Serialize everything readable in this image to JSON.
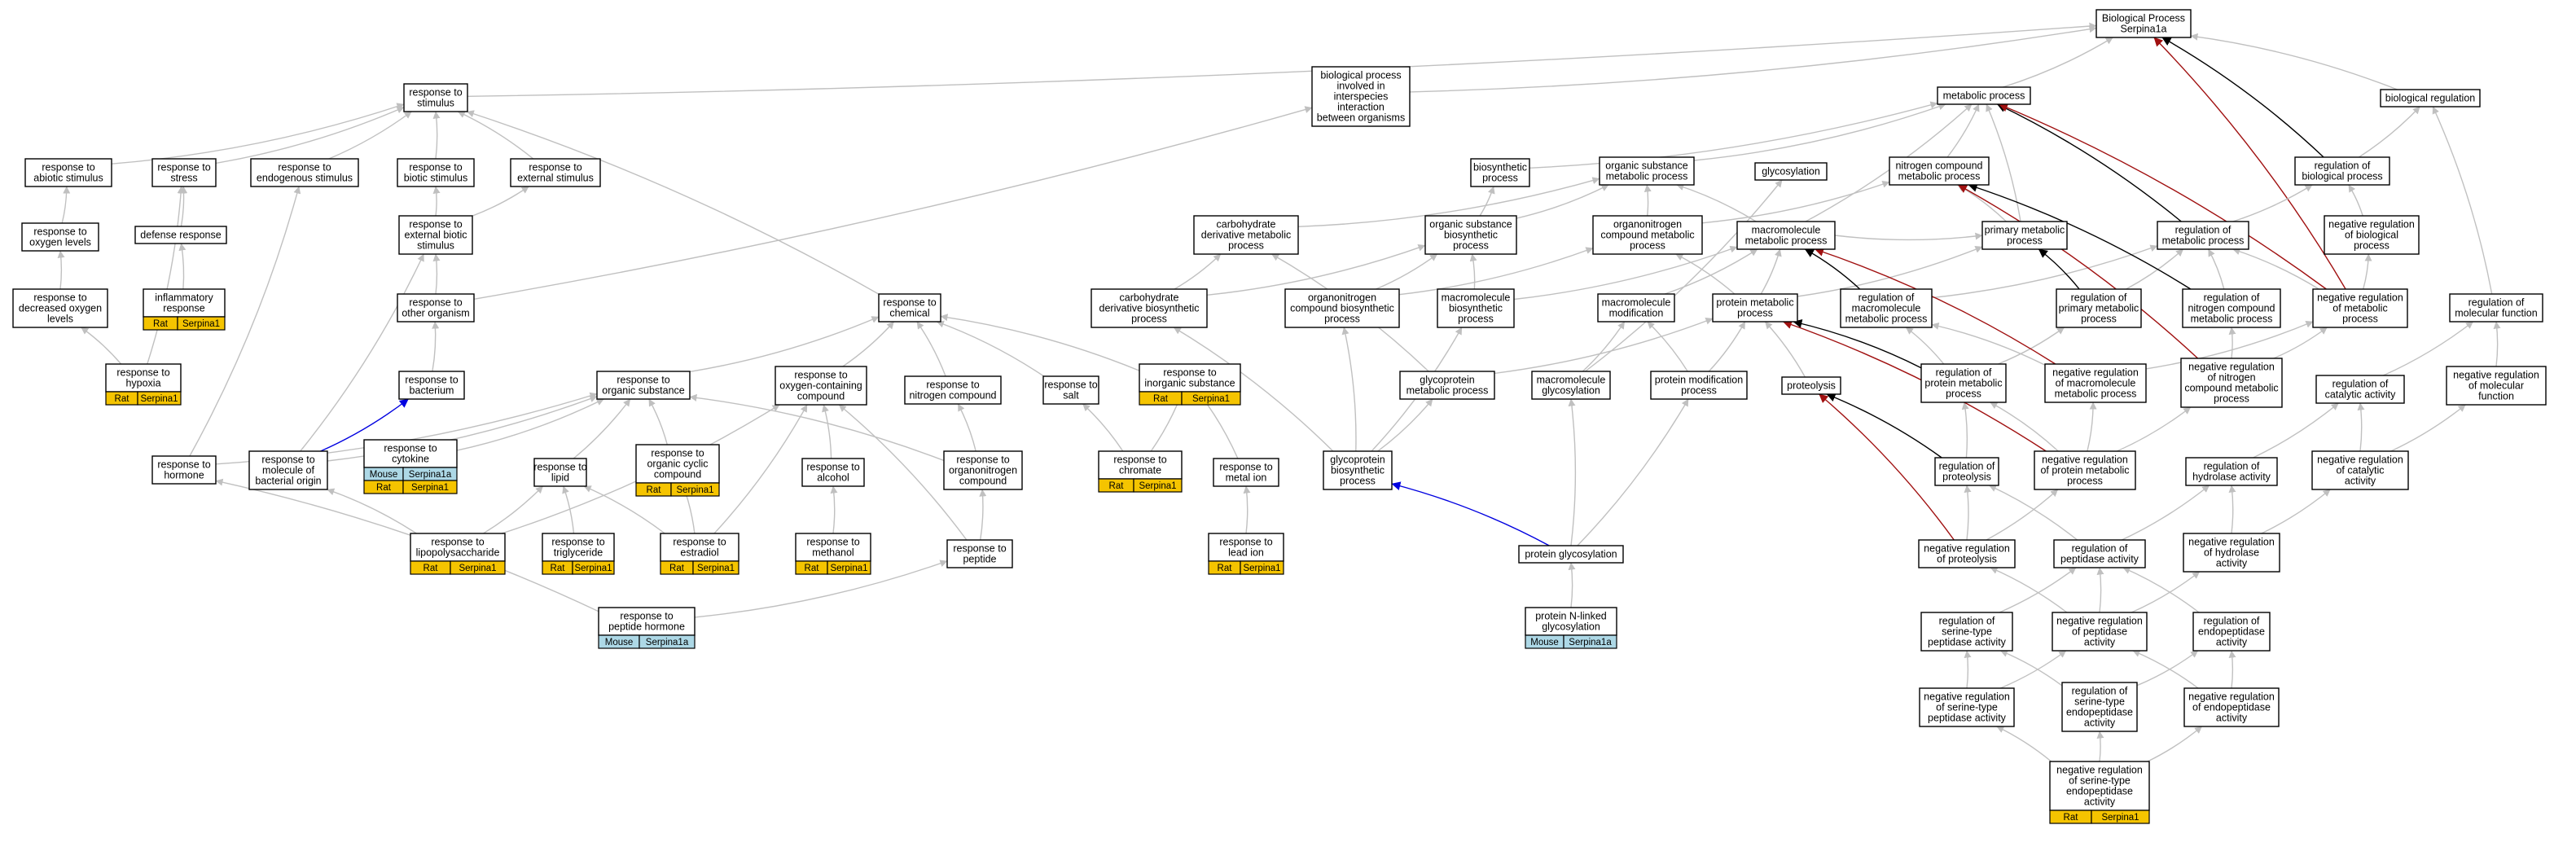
{
  "colors": {
    "edge_default": "#c0c0c0",
    "edge_black": "#000000",
    "edge_red": "#a01010",
    "edge_blue": "#0000e0",
    "tag_rat": "#f5c400",
    "tag_mouse": "#add8e6"
  },
  "nodes": {
    "root": [
      "Biological Process",
      "Serpina1a"
    ],
    "bio_reg": [
      "biological regulation"
    ],
    "met_proc": [
      "metabolic process"
    ],
    "bp_interspecies": [
      "biological process",
      "involved in",
      "interspecies",
      "interaction",
      "between organisms"
    ],
    "resp_stim": [
      "response to",
      "stimulus"
    ],
    "resp_abiotic": [
      "response to",
      "abiotic stimulus"
    ],
    "resp_stress": [
      "response to",
      "stress"
    ],
    "resp_endog": [
      "response to",
      "endogenous stimulus"
    ],
    "resp_biotic": [
      "response to",
      "biotic stimulus"
    ],
    "resp_external": [
      "response to",
      "external stimulus"
    ],
    "biosynthetic": [
      "biosynthetic",
      "process"
    ],
    "org_sub_met": [
      "organic substance",
      "metabolic process"
    ],
    "glycosylation": [
      "glycosylation"
    ],
    "nitrogen_met": [
      "nitrogen compound",
      "metabolic process"
    ],
    "reg_bio": [
      "regulation of",
      "biological process"
    ],
    "resp_oxygen": [
      "response to",
      "oxygen levels"
    ],
    "defense": [
      "defense response"
    ],
    "resp_ext_biotic": [
      "response to",
      "external biotic",
      "stimulus"
    ],
    "carb_deriv_met": [
      "carbohydrate",
      "derivative metabolic",
      "process"
    ],
    "org_sub_bio": [
      "organic substance",
      "biosynthetic",
      "process"
    ],
    "organonit_met": [
      "organonitrogen",
      "compound metabolic",
      "process"
    ],
    "macromol_met": [
      "macromolecule",
      "metabolic process"
    ],
    "primary_met": [
      "primary metabolic",
      "process"
    ],
    "reg_met": [
      "regulation of",
      "metabolic process"
    ],
    "neg_reg_bio": [
      "negative regulation",
      "of biological",
      "process"
    ],
    "resp_dec_oxygen": [
      "response to",
      "decreased oxygen",
      "levels"
    ],
    "inflammatory": [
      "inflammatory",
      "response"
    ],
    "resp_other_org": [
      "response to",
      "other organism"
    ],
    "resp_chemical": [
      "response to",
      "chemical"
    ],
    "carb_deriv_bio": [
      "carbohydrate",
      "derivative biosynthetic",
      "process"
    ],
    "organonit_bio": [
      "organonitrogen",
      "compound biosynthetic",
      "process"
    ],
    "macromol_bio": [
      "macromolecule",
      "biosynthetic",
      "process"
    ],
    "macromol_mod": [
      "macromolecule",
      "modification"
    ],
    "protein_met": [
      "protein metabolic",
      "process"
    ],
    "reg_macromol_met": [
      "regulation of",
      "macromolecule",
      "metabolic process"
    ],
    "reg_primary_met": [
      "regulation of",
      "primary metabolic",
      "process"
    ],
    "reg_nitrogen_met": [
      "regulation of",
      "nitrogen compound",
      "metabolic process"
    ],
    "neg_reg_met": [
      "negative regulation",
      "of metabolic",
      "process"
    ],
    "reg_mol_func": [
      "regulation of",
      "molecular function"
    ],
    "resp_hypoxia": [
      "response to",
      "hypoxia"
    ],
    "resp_bacterium": [
      "response to",
      "bacterium"
    ],
    "resp_org_sub": [
      "response to",
      "organic substance"
    ],
    "resp_oxy_compound": [
      "response to",
      "oxygen-containing",
      "compound"
    ],
    "resp_nitrogen": [
      "response to",
      "nitrogen compound"
    ],
    "resp_salt": [
      "response to",
      "salt"
    ],
    "resp_inorganic": [
      "response to",
      "inorganic substance"
    ],
    "glycoprot_met": [
      "glycoprotein",
      "metabolic process"
    ],
    "macromol_glyco": [
      "macromolecule",
      "glycosylation"
    ],
    "protein_mod": [
      "protein modification",
      "process"
    ],
    "proteolysis": [
      "proteolysis"
    ],
    "reg_protein_met": [
      "regulation of",
      "protein metabolic",
      "process"
    ],
    "neg_reg_macromol_met": [
      "negative regulation",
      "of macromolecule",
      "metabolic process"
    ],
    "neg_reg_nitrogen_met": [
      "negative regulation",
      "of nitrogen",
      "compound metabolic",
      "process"
    ],
    "reg_catalytic": [
      "regulation of",
      "catalytic activity"
    ],
    "neg_reg_mol_func": [
      "negative regulation",
      "of molecular",
      "function"
    ],
    "resp_hormone": [
      "response to",
      "hormone"
    ],
    "resp_bact_mol": [
      "response to",
      "molecule of",
      "bacterial origin"
    ],
    "resp_cytokine": [
      "response to",
      "cytokine"
    ],
    "resp_lipid": [
      "response to",
      "lipid"
    ],
    "resp_org_cyclic": [
      "response to",
      "organic cyclic",
      "compound"
    ],
    "resp_alcohol": [
      "response to",
      "alcohol"
    ],
    "resp_organonit": [
      "response to",
      "organonitrogen",
      "compound"
    ],
    "resp_chromate": [
      "response to",
      "chromate"
    ],
    "resp_metal": [
      "response to",
      "metal ion"
    ],
    "glycoprot_bio": [
      "glycoprotein",
      "biosynthetic",
      "process"
    ],
    "reg_proteolysis": [
      "regulation of",
      "proteolysis"
    ],
    "neg_reg_protein_met": [
      "negative regulation",
      "of protein metabolic",
      "process"
    ],
    "reg_hydrolase": [
      "regulation of",
      "hydrolase activity"
    ],
    "neg_reg_catalytic": [
      "negative regulation",
      "of catalytic",
      "activity"
    ],
    "resp_lps": [
      "response to",
      "lipopolysaccharide"
    ],
    "resp_triglyceride": [
      "response to",
      "triglyceride"
    ],
    "resp_estradiol": [
      "response to",
      "estradiol"
    ],
    "resp_methanol": [
      "response to",
      "methanol"
    ],
    "resp_peptide": [
      "response to",
      "peptide"
    ],
    "resp_lead": [
      "response to",
      "lead ion"
    ],
    "protein_glyco": [
      "protein glycosylation"
    ],
    "neg_reg_proteolysis": [
      "negative regulation",
      "of proteolysis"
    ],
    "reg_peptidase": [
      "regulation of",
      "peptidase activity"
    ],
    "neg_reg_hydrolase": [
      "negative regulation",
      "of hydrolase",
      "activity"
    ],
    "resp_peptide_hormone": [
      "response to",
      "peptide hormone"
    ],
    "protein_nlinked": [
      "protein N-linked",
      "glycosylation"
    ],
    "reg_serine_pept": [
      "regulation of",
      "serine-type",
      "peptidase activity"
    ],
    "neg_reg_peptidase": [
      "negative regulation",
      "of peptidase",
      "activity"
    ],
    "reg_endopept": [
      "regulation of",
      "endopeptidase",
      "activity"
    ],
    "neg_reg_serine_pept": [
      "negative regulation",
      "of serine-type",
      "peptidase activity"
    ],
    "reg_serine_endopept": [
      "regulation of",
      "serine-type",
      "endopeptidase",
      "activity"
    ],
    "neg_reg_endopept": [
      "negative regulation",
      "of endopeptidase",
      "activity"
    ],
    "neg_reg_serine_endopept": [
      "negative regulation",
      "of serine-type",
      "endopeptidase",
      "activity"
    ]
  },
  "annotations": {
    "inflammatory": [
      [
        "Rat",
        "Serpina1"
      ]
    ],
    "resp_hypoxia": [
      [
        "Rat",
        "Serpina1"
      ]
    ],
    "resp_inorganic": [
      [
        "Rat",
        "Serpina1"
      ]
    ],
    "resp_cytokine": [
      [
        "Mouse",
        "Serpina1a"
      ],
      [
        "Rat",
        "Serpina1"
      ]
    ],
    "resp_org_cyclic": [
      [
        "Rat",
        "Serpina1"
      ]
    ],
    "resp_chromate": [
      [
        "Rat",
        "Serpina1"
      ]
    ],
    "resp_lps": [
      [
        "Rat",
        "Serpina1"
      ]
    ],
    "resp_triglyceride": [
      [
        "Rat",
        "Serpina1"
      ]
    ],
    "resp_estradiol": [
      [
        "Rat",
        "Serpina1"
      ]
    ],
    "resp_methanol": [
      [
        "Rat",
        "Serpina1"
      ]
    ],
    "resp_lead": [
      [
        "Rat",
        "Serpina1"
      ]
    ],
    "resp_peptide_hormone": [
      [
        "Mouse",
        "Serpina1a"
      ]
    ],
    "protein_nlinked": [
      [
        "Mouse",
        "Serpina1a"
      ]
    ],
    "neg_reg_serine_endopept": [
      [
        "Rat",
        "Serpina1"
      ]
    ]
  },
  "edges": [
    [
      "bio_reg",
      "root",
      "default"
    ],
    [
      "met_proc",
      "root",
      "default"
    ],
    [
      "bp_interspecies",
      "root",
      "default"
    ],
    [
      "resp_stim",
      "root",
      "default"
    ],
    [
      "reg_bio",
      "root",
      "black"
    ],
    [
      "neg_reg_met",
      "root",
      "red"
    ],
    [
      "resp_abiotic",
      "resp_stim",
      "default"
    ],
    [
      "resp_stress",
      "resp_stim",
      "default"
    ],
    [
      "resp_endog",
      "resp_stim",
      "default"
    ],
    [
      "resp_biotic",
      "resp_stim",
      "default"
    ],
    [
      "resp_external",
      "resp_stim",
      "default"
    ],
    [
      "resp_chemical",
      "resp_stim",
      "default"
    ],
    [
      "biosynthetic",
      "met_proc",
      "default"
    ],
    [
      "org_sub_met",
      "met_proc",
      "default"
    ],
    [
      "nitrogen_met",
      "met_proc",
      "default"
    ],
    [
      "primary_met",
      "met_proc",
      "default"
    ],
    [
      "macromol_met",
      "met_proc",
      "default"
    ],
    [
      "reg_met",
      "met_proc",
      "black"
    ],
    [
      "neg_reg_met",
      "met_proc",
      "red"
    ],
    [
      "reg_bio",
      "bio_reg",
      "default"
    ],
    [
      "reg_mol_func",
      "bio_reg",
      "default"
    ],
    [
      "neg_reg_bio",
      "reg_bio",
      "default"
    ],
    [
      "reg_met",
      "reg_bio",
      "default"
    ],
    [
      "neg_reg_met",
      "neg_reg_bio",
      "default"
    ],
    [
      "resp_oxygen",
      "resp_abiotic",
      "default"
    ],
    [
      "resp_dec_oxygen",
      "resp_oxygen",
      "default"
    ],
    [
      "resp_hypoxia",
      "resp_dec_oxygen",
      "default"
    ],
    [
      "defense",
      "resp_stress",
      "default"
    ],
    [
      "inflammatory",
      "defense",
      "default"
    ],
    [
      "resp_hypoxia",
      "resp_stress",
      "default"
    ],
    [
      "resp_ext_biotic",
      "resp_biotic",
      "default"
    ],
    [
      "resp_ext_biotic",
      "resp_external",
      "default"
    ],
    [
      "resp_other_org",
      "resp_ext_biotic",
      "default"
    ],
    [
      "resp_other_org",
      "bp_interspecies",
      "default"
    ],
    [
      "resp_bacterium",
      "resp_other_org",
      "default"
    ],
    [
      "resp_hormone",
      "resp_endog",
      "default"
    ],
    [
      "resp_bact_mol",
      "resp_ext_biotic",
      "default"
    ],
    [
      "resp_bact_mol",
      "resp_bacterium",
      "blue"
    ],
    [
      "resp_org_sub",
      "resp_chemical",
      "default"
    ],
    [
      "resp_oxy_compound",
      "resp_chemical",
      "default"
    ],
    [
      "resp_nitrogen",
      "resp_chemical",
      "default"
    ],
    [
      "resp_salt",
      "resp_chemical",
      "default"
    ],
    [
      "resp_inorganic",
      "resp_chemical",
      "default"
    ],
    [
      "resp_hormone",
      "resp_org_sub",
      "default"
    ],
    [
      "resp_bact_mol",
      "resp_org_sub",
      "default"
    ],
    [
      "resp_cytokine",
      "resp_org_sub",
      "default"
    ],
    [
      "resp_lipid",
      "resp_org_sub",
      "default"
    ],
    [
      "resp_org_cyclic",
      "resp_org_sub",
      "default"
    ],
    [
      "resp_alcohol",
      "resp_oxy_compound",
      "default"
    ],
    [
      "resp_organonit",
      "resp_nitrogen",
      "default"
    ],
    [
      "resp_organonit",
      "resp_org_sub",
      "default"
    ],
    [
      "resp_chromate",
      "resp_salt",
      "default"
    ],
    [
      "resp_chromate",
      "resp_inorganic",
      "default"
    ],
    [
      "resp_metal",
      "resp_inorganic",
      "default"
    ],
    [
      "resp_lps",
      "resp_bact_mol",
      "default"
    ],
    [
      "resp_lps",
      "resp_lipid",
      "default"
    ],
    [
      "resp_lps",
      "resp_oxy_compound",
      "default"
    ],
    [
      "resp_triglyceride",
      "resp_lipid",
      "default"
    ],
    [
      "resp_estradiol",
      "resp_lipid",
      "default"
    ],
    [
      "resp_estradiol",
      "resp_org_cyclic",
      "default"
    ],
    [
      "resp_estradiol",
      "resp_oxy_compound",
      "default"
    ],
    [
      "resp_methanol",
      "resp_alcohol",
      "default"
    ],
    [
      "resp_peptide",
      "resp_organonit",
      "default"
    ],
    [
      "resp_peptide",
      "resp_oxy_compound",
      "default"
    ],
    [
      "resp_peptide_hormone",
      "resp_hormone",
      "default"
    ],
    [
      "resp_peptide_hormone",
      "resp_peptide",
      "default"
    ],
    [
      "resp_lead",
      "resp_metal",
      "default"
    ],
    [
      "carb_deriv_met",
      "org_sub_met",
      "default"
    ],
    [
      "org_sub_bio",
      "org_sub_met",
      "default"
    ],
    [
      "org_sub_bio",
      "biosynthetic",
      "default"
    ],
    [
      "organonit_met",
      "org_sub_met",
      "default"
    ],
    [
      "organonit_met",
      "nitrogen_met",
      "default"
    ],
    [
      "macromol_met",
      "org_sub_met",
      "default"
    ],
    [
      "macromol_met",
      "primary_met",
      "default"
    ],
    [
      "primary_met",
      "nitrogen_met",
      "default"
    ],
    [
      "carb_deriv_bio",
      "carb_deriv_met",
      "default"
    ],
    [
      "carb_deriv_bio",
      "org_sub_bio",
      "default"
    ],
    [
      "organonit_bio",
      "org_sub_bio",
      "default"
    ],
    [
      "organonit_bio",
      "organonit_met",
      "default"
    ],
    [
      "macromol_bio",
      "org_sub_bio",
      "default"
    ],
    [
      "macromol_bio",
      "macromol_met",
      "default"
    ],
    [
      "macromol_mod",
      "macromol_met",
      "default"
    ],
    [
      "protein_met",
      "macromol_met",
      "default"
    ],
    [
      "protein_met",
      "organonit_met",
      "default"
    ],
    [
      "protein_met",
      "primary_met",
      "default"
    ],
    [
      "reg_macromol_met",
      "reg_met",
      "default"
    ],
    [
      "reg_macromol_met",
      "macromol_met",
      "black"
    ],
    [
      "reg_primary_met",
      "reg_met",
      "default"
    ],
    [
      "reg_primary_met",
      "primary_met",
      "black"
    ],
    [
      "reg_nitrogen_met",
      "reg_met",
      "default"
    ],
    [
      "reg_nitrogen_met",
      "nitrogen_met",
      "black"
    ],
    [
      "neg_reg_met",
      "reg_met",
      "default"
    ],
    [
      "glycoprot_met",
      "carb_deriv_met",
      "default"
    ],
    [
      "glycoprot_met",
      "protein_met",
      "default"
    ],
    [
      "macromol_glyco",
      "glycosylation",
      "default"
    ],
    [
      "macromol_glyco",
      "macromol_mod",
      "default"
    ],
    [
      "protein_mod",
      "protein_met",
      "default"
    ],
    [
      "protein_mod",
      "macromol_mod",
      "default"
    ],
    [
      "proteolysis",
      "protein_met",
      "default"
    ],
    [
      "reg_protein_met",
      "reg_macromol_met",
      "default"
    ],
    [
      "reg_protein_met",
      "protein_met",
      "black"
    ],
    [
      "reg_protein_met",
      "reg_primary_met",
      "default"
    ],
    [
      "neg_reg_macromol_met",
      "reg_macromol_met",
      "default"
    ],
    [
      "neg_reg_macromol_met",
      "macromol_met",
      "red"
    ],
    [
      "neg_reg_macromol_met",
      "neg_reg_met",
      "default"
    ],
    [
      "neg_reg_nitrogen_met",
      "reg_nitrogen_met",
      "default"
    ],
    [
      "neg_reg_nitrogen_met",
      "nitrogen_met",
      "red"
    ],
    [
      "neg_reg_nitrogen_met",
      "neg_reg_met",
      "default"
    ],
    [
      "reg_catalytic",
      "reg_mol_func",
      "default"
    ],
    [
      "neg_reg_mol_func",
      "reg_mol_func",
      "default"
    ],
    [
      "glycoprot_bio",
      "carb_deriv_bio",
      "default"
    ],
    [
      "glycoprot_bio",
      "glycoprot_met",
      "default"
    ],
    [
      "glycoprot_bio",
      "macromol_bio",
      "default"
    ],
    [
      "glycoprot_bio",
      "organonit_bio",
      "default"
    ],
    [
      "reg_proteolysis",
      "reg_protein_met",
      "default"
    ],
    [
      "reg_proteolysis",
      "proteolysis",
      "black"
    ],
    [
      "neg_reg_protein_met",
      "reg_protein_met",
      "default"
    ],
    [
      "neg_reg_protein_met",
      "protein_met",
      "red"
    ],
    [
      "neg_reg_protein_met",
      "neg_reg_macromol_met",
      "default"
    ],
    [
      "neg_reg_protein_met",
      "neg_reg_nitrogen_met",
      "default"
    ],
    [
      "reg_hydrolase",
      "reg_catalytic",
      "default"
    ],
    [
      "neg_reg_catalytic",
      "reg_catalytic",
      "default"
    ],
    [
      "neg_reg_catalytic",
      "neg_reg_mol_func",
      "default"
    ],
    [
      "protein_glyco",
      "macromol_glyco",
      "default"
    ],
    [
      "protein_glyco",
      "protein_mod",
      "default"
    ],
    [
      "protein_glyco",
      "glycoprot_bio",
      "blue"
    ],
    [
      "neg_reg_proteolysis",
      "reg_proteolysis",
      "default"
    ],
    [
      "neg_reg_proteolysis",
      "proteolysis",
      "red"
    ],
    [
      "neg_reg_proteolysis",
      "neg_reg_protein_met",
      "default"
    ],
    [
      "reg_peptidase",
      "reg_proteolysis",
      "default"
    ],
    [
      "reg_peptidase",
      "reg_hydrolase",
      "default"
    ],
    [
      "neg_reg_hydrolase",
      "reg_hydrolase",
      "default"
    ],
    [
      "neg_reg_hydrolase",
      "neg_reg_catalytic",
      "default"
    ],
    [
      "protein_nlinked",
      "protein_glyco",
      "default"
    ],
    [
      "reg_serine_pept",
      "reg_peptidase",
      "default"
    ],
    [
      "neg_reg_peptidase",
      "reg_peptidase",
      "default"
    ],
    [
      "neg_reg_peptidase",
      "neg_reg_proteolysis",
      "default"
    ],
    [
      "neg_reg_peptidase",
      "neg_reg_hydrolase",
      "default"
    ],
    [
      "reg_endopept",
      "reg_peptidase",
      "default"
    ],
    [
      "neg_reg_serine_pept",
      "reg_serine_pept",
      "default"
    ],
    [
      "neg_reg_serine_pept",
      "neg_reg_peptidase",
      "default"
    ],
    [
      "reg_serine_endopept",
      "reg_serine_pept",
      "default"
    ],
    [
      "reg_serine_endopept",
      "reg_endopept",
      "default"
    ],
    [
      "neg_reg_endopept",
      "reg_endopept",
      "default"
    ],
    [
      "neg_reg_endopept",
      "neg_reg_peptidase",
      "default"
    ],
    [
      "neg_reg_serine_endopept",
      "neg_reg_serine_pept",
      "default"
    ],
    [
      "neg_reg_serine_endopept",
      "reg_serine_endopept",
      "default"
    ],
    [
      "neg_reg_serine_endopept",
      "neg_reg_endopept",
      "default"
    ]
  ]
}
